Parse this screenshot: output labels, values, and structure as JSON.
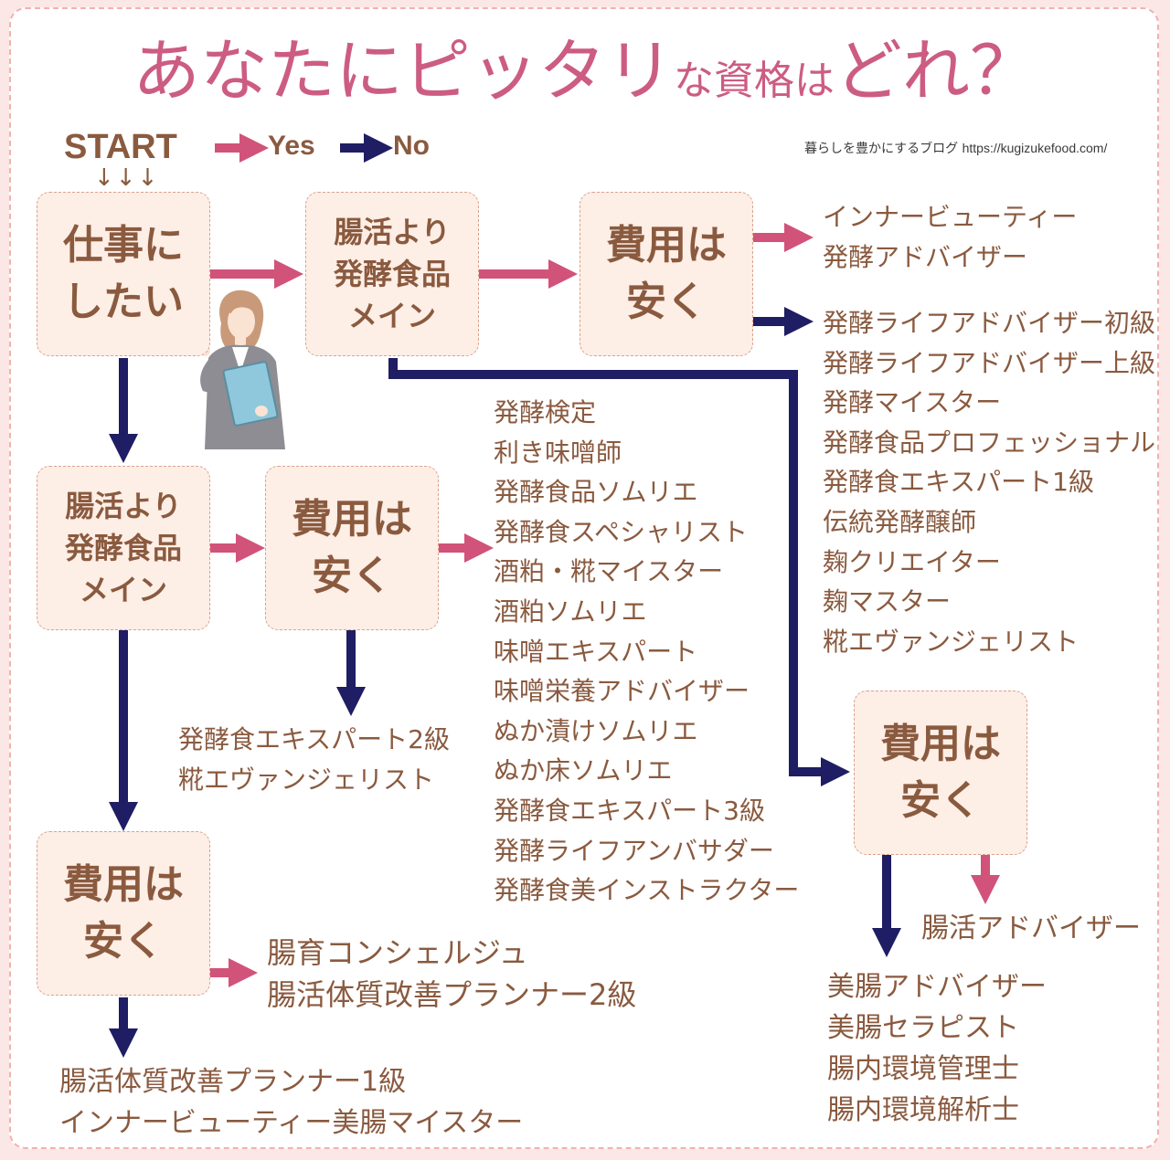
{
  "title": {
    "big": "あなたにピッタリ",
    "small": "な資格は",
    "end": "どれ？"
  },
  "legend": {
    "start": "START",
    "start_arrows": "↓↓↓",
    "yes": "Yes",
    "no": "No"
  },
  "credit": {
    "blog": "暮らしを豊かにするブログ",
    "url": "https://kugizukefood.com/"
  },
  "colors": {
    "title": "#cc5c82",
    "yes_arrow": "#d1537a",
    "no_arrow": "#1f1d63",
    "text": "#8a5a3f",
    "box_fill": "#fdeee6",
    "frame_border": "#f2b2ad"
  },
  "nodes": {
    "work": "仕事に\nしたい",
    "fermented_top": "腸活より\n発酵食品\nメイン",
    "cost_top": "費用は\n安く",
    "fermented_mid": "腸活より\n発酵食品\nメイン",
    "cost_mid": "費用は\n安く",
    "cost_bottom": "費用は\n安く",
    "cost_right": "費用は\n安く"
  },
  "lists": {
    "top_yes": [
      "インナービューティー",
      "発酵アドバイザー"
    ],
    "top_no": [
      "発酵ライフアドバイザー初級",
      "発酵ライフアドバイザー上級",
      "発酵マイスター",
      "発酵食品プロフェッショナル",
      "発酵食エキスパート1級",
      "伝統発酵醸師",
      "麹クリエイター",
      "麹マスター",
      "糀エヴァンジェリスト"
    ],
    "mid_yes": [
      "発酵検定",
      "利き味噌師",
      "発酵食品ソムリエ",
      "発酵食スペシャリスト",
      "酒粕・糀マイスター",
      "酒粕ソムリエ",
      "味噌エキスパート",
      "味噌栄養アドバイザー",
      "ぬか漬けソムリエ",
      "ぬか床ソムリエ",
      "発酵食エキスパート3級",
      "発酵ライフアンバサダー",
      "発酵食美インストラクター"
    ],
    "mid_no": [
      "発酵食エキスパート2級",
      "糀エヴァンジェリスト"
    ],
    "bottom_yes": [
      "腸育コンシェルジュ",
      "腸活体質改善プランナー2級"
    ],
    "bottom_no": [
      "腸活体質改善プランナー1級",
      "インナービューティー美腸マイスター"
    ],
    "right_yes": [
      "腸活アドバイザー"
    ],
    "right_no": [
      "美腸アドバイザー",
      "美腸セラピスト",
      "腸内環境管理士",
      "腸内環境解析士"
    ]
  }
}
